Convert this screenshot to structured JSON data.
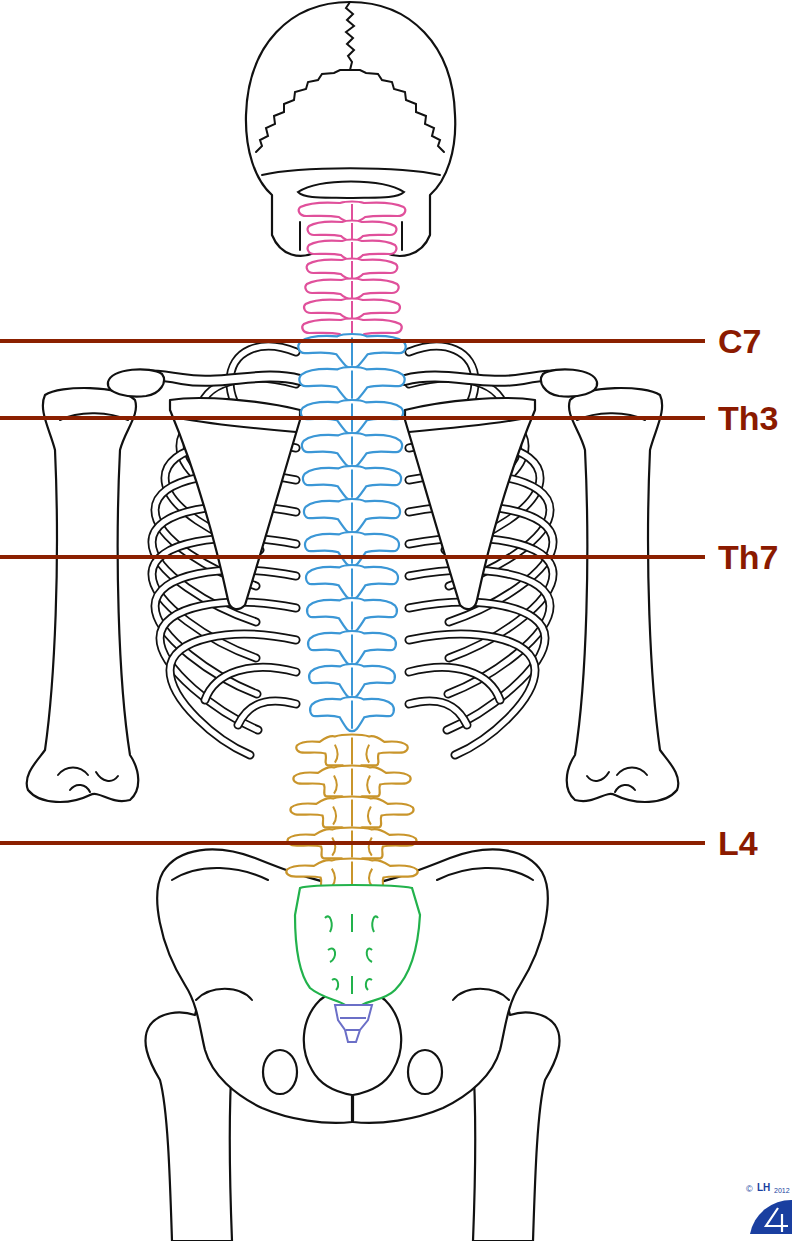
{
  "diagram": {
    "labels": [
      "C7",
      "Th3",
      "Th7",
      "L4",
      "©",
      "LH",
      "2012"
    ]
  }
}
